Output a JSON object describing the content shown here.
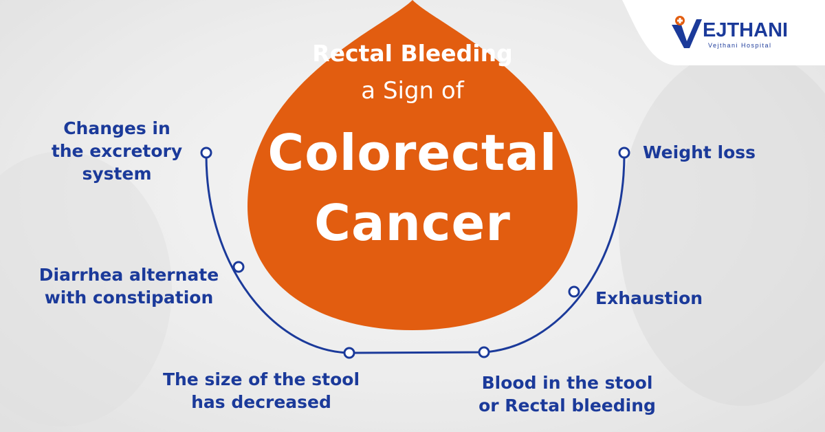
{
  "title": {
    "line1": "Rectal Bleeding",
    "line2": "a Sign of",
    "line3": "Colorectal",
    "line4": "Cancer"
  },
  "symptoms": {
    "changes": [
      "Changes in",
      "the excretory",
      "system"
    ],
    "diarrhea": [
      "Diarrhea alternate",
      "with constipation"
    ],
    "stool_size": [
      "The size of the stool",
      "has decreased"
    ],
    "blood": [
      "Blood in the stool",
      "or Rectal bleeding"
    ],
    "exhaustion": "Exhaustion",
    "weight": "Weight loss"
  },
  "logo": {
    "name": "EJTHANI",
    "initial": "V",
    "subtitle": "Vejthani Hospital"
  },
  "colors": {
    "drop": "#e25d10",
    "text_blue": "#1b3a9a"
  },
  "icons": {
    "logo_mark": "medical-cross-icon"
  }
}
